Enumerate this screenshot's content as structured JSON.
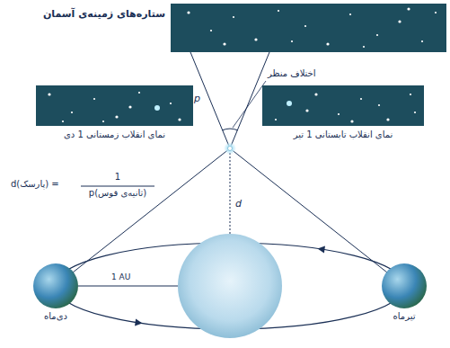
{
  "diagram": {
    "nodes": [
      {
        "text": [
          "ستاره‌های زمینه‌ی آسمان"
        ]
      },
      {
        "text": [
          "نمای انقلاب زمستانی 1 دی"
        ]
      },
      {
        "text": [
          "نمای انقلاب تابستانی 1 تیر"
        ]
      },
      {
        "text": [
          "دی‌ماه"
        ]
      },
      {
        "text": [
          "تیرماه"
        ]
      }
    ],
    "labels": [
      "اختلاف منظر",
      "p",
      "d(پارسک) =",
      "1",
      "p(ثانیه‌ی قوس)",
      "d",
      "1 AU"
    ]
  }
}
